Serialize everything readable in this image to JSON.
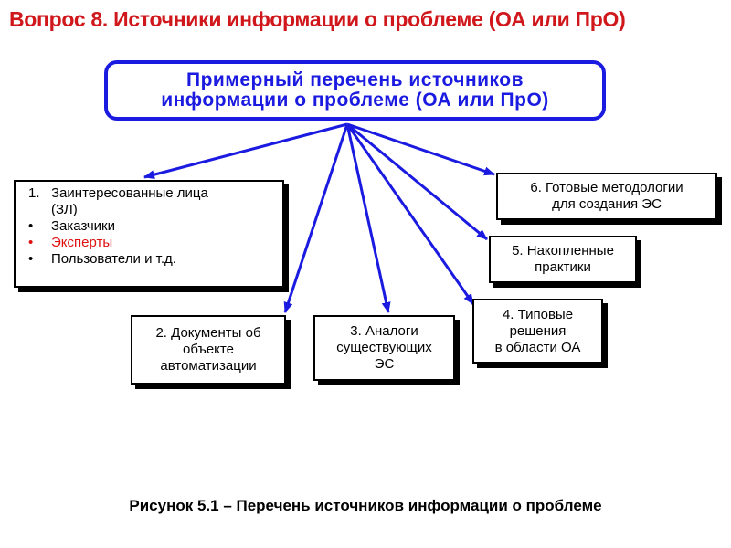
{
  "title": "Вопрос 8. Источники информации о проблеме (ОА или ПрО)",
  "header_box": {
    "line1": "Примерный перечень источников",
    "line2": "информации о проблеме (ОА или ПрО)"
  },
  "sources": {
    "stakeholders": {
      "number": "1.",
      "heading_line1": "Заинтересованные лица",
      "heading_line2": "(ЗЛ)",
      "items": [
        "Заказчики",
        "Эксперты",
        "Пользователи и т.д."
      ],
      "bullet": "•"
    },
    "documents": [
      "2. Документы об",
      "объекте",
      "автоматизации"
    ],
    "analogs": [
      "3. Аналоги",
      "существующих",
      "ЭС"
    ],
    "typical": [
      "4. Типовые",
      "решения",
      "в области ОА"
    ],
    "practices": [
      "5. Накопленные",
      "практики"
    ],
    "methods": [
      "6. Готовые методологии",
      "для создания ЭС"
    ]
  },
  "caption": "Рисунок 5.1 – Перечень источников информации о проблеме",
  "colors": {
    "title": "#d0171b",
    "header": "#1a1ae0",
    "arrow": "#1a1ae0",
    "highlight": "#e01010"
  }
}
